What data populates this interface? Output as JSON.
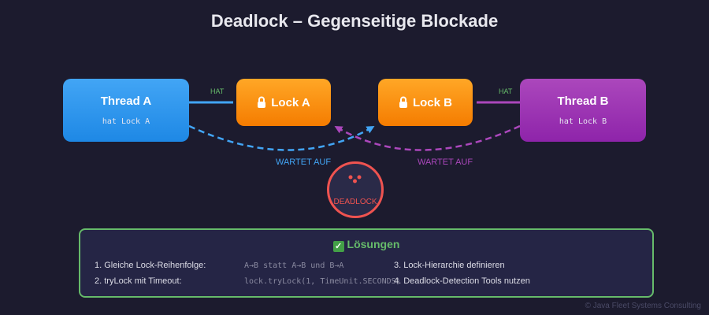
{
  "title": "Deadlock – Gegenseitige Blockade",
  "thread_a": {
    "title": "Thread A",
    "subtitle": "hat Lock A",
    "color": "#1e88e5"
  },
  "thread_b": {
    "title": "Thread B",
    "subtitle": "hat Lock B",
    "color": "#8e24aa"
  },
  "lock_a": {
    "label": "Lock A",
    "icon": "lock-icon",
    "color": "#f57c00"
  },
  "lock_b": {
    "label": "Lock B",
    "icon": "lock-icon",
    "color": "#f57c00"
  },
  "edges": {
    "hat_a": "HAT",
    "hat_b": "HAT",
    "wait_a": "WARTET AUF",
    "wait_b": "WARTET AUF"
  },
  "deadlock": {
    "face": "•᷅•",
    "label": "DEADLOCK",
    "color": "#ef5350"
  },
  "solutions": {
    "title": "Lösungen",
    "icon": "check-icon",
    "items": [
      {
        "label": "1. Gleiche Lock-Reihenfolge:",
        "code": "A→B statt A→B und B→A"
      },
      {
        "label": "2. tryLock mit Timeout:",
        "code": "lock.tryLock(1, TimeUnit.SECONDS)"
      },
      {
        "label": "3. Lock-Hierarchie definieren"
      },
      {
        "label": "4. Deadlock-Detection Tools nutzen"
      }
    ]
  },
  "footer": "© Java Fleet Systems Consulting"
}
